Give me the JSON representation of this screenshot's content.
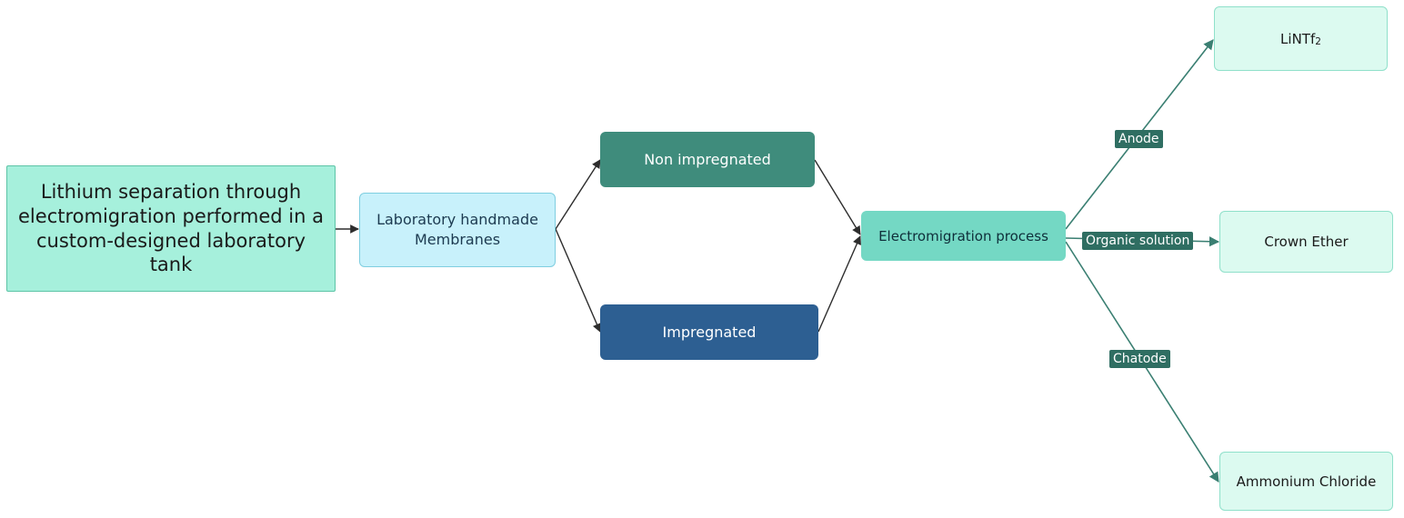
{
  "nodes": {
    "main": "Lithium separation through electromigration performed in a custom-designed laboratory tank",
    "membranes": "Laboratory handmade Membranes",
    "non_impregnated": "Non impregnated",
    "impregnated": "Impregnated",
    "electromigration": "Electromigration process",
    "lintf2": {
      "base": "LiNTf",
      "sub": "2"
    },
    "crown_ether": "Crown Ether",
    "ammonium_chloride": "Ammonium Chloride"
  },
  "edge_labels": {
    "anode": "Anode",
    "organic_solution": "Organic solution",
    "chatode": "Chatode"
  },
  "colors": {
    "edge": "#2d2d2d",
    "edge_teal": "#3a7f72"
  }
}
